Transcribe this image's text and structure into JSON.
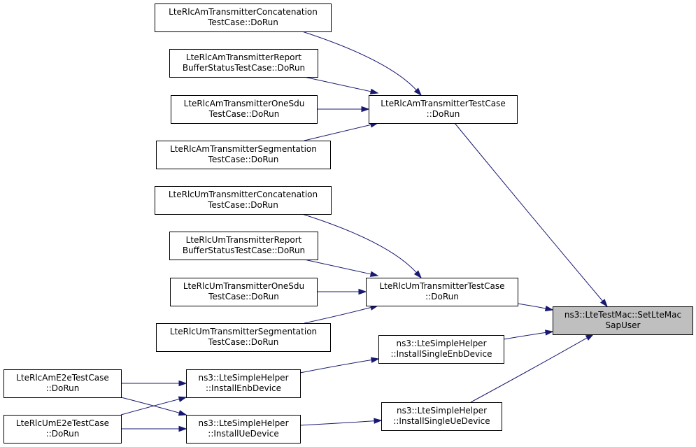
{
  "graph": {
    "target": "setltemacsapuser",
    "nodes": [
      {
        "id": "am-concat",
        "line1": "LteRlcAmTransmitterConcatenation",
        "line2": "TestCase::DoRun"
      },
      {
        "id": "am-report",
        "line1": "LteRlcAmTransmitterReport",
        "line2": "BufferStatusTestCase::DoRun"
      },
      {
        "id": "am-onesdu",
        "line1": "LteRlcAmTransmitterOneSdu",
        "line2": "TestCase::DoRun"
      },
      {
        "id": "am-seg",
        "line1": "LteRlcAmTransmitterSegmentation",
        "line2": "TestCase::DoRun"
      },
      {
        "id": "am-test",
        "line1": "LteRlcAmTransmitterTestCase",
        "line2": "::DoRun"
      },
      {
        "id": "um-concat",
        "line1": "LteRlcUmTransmitterConcatenation",
        "line2": "TestCase::DoRun"
      },
      {
        "id": "um-report",
        "line1": "LteRlcUmTransmitterReport",
        "line2": "BufferStatusTestCase::DoRun"
      },
      {
        "id": "um-onesdu",
        "line1": "LteRlcUmTransmitterOneSdu",
        "line2": "TestCase::DoRun"
      },
      {
        "id": "um-seg",
        "line1": "LteRlcUmTransmitterSegmentation",
        "line2": "TestCase::DoRun"
      },
      {
        "id": "um-test",
        "line1": "LteRlcUmTransmitterTestCase",
        "line2": "::DoRun"
      },
      {
        "id": "setltemacsapuser",
        "line1": "ns3::LteTestMac::SetLteMac",
        "line2": "SapUser"
      },
      {
        "id": "install-single-enb",
        "line1": "ns3::LteSimpleHelper",
        "line2": "::InstallSingleEnbDevice"
      },
      {
        "id": "install-single-ue",
        "line1": "ns3::LteSimpleHelper",
        "line2": "::InstallSingleUeDevice"
      },
      {
        "id": "install-enb",
        "line1": "ns3::LteSimpleHelper",
        "line2": "::InstallEnbDevice"
      },
      {
        "id": "install-ue",
        "line1": "ns3::LteSimpleHelper",
        "line2": "::InstallUeDevice"
      },
      {
        "id": "am-e2e",
        "line1": "LteRlcAmE2eTestCase",
        "line2": "::DoRun"
      },
      {
        "id": "um-e2e",
        "line1": "LteRlcUmE2eTestCase",
        "line2": "::DoRun"
      }
    ],
    "edges": [
      {
        "from": "am-concat",
        "to": "am-test"
      },
      {
        "from": "am-report",
        "to": "am-test"
      },
      {
        "from": "am-onesdu",
        "to": "am-test"
      },
      {
        "from": "am-seg",
        "to": "am-test"
      },
      {
        "from": "um-concat",
        "to": "um-test"
      },
      {
        "from": "um-report",
        "to": "um-test"
      },
      {
        "from": "um-onesdu",
        "to": "um-test"
      },
      {
        "from": "um-seg",
        "to": "um-test"
      },
      {
        "from": "am-test",
        "to": "setltemacsapuser"
      },
      {
        "from": "um-test",
        "to": "setltemacsapuser"
      },
      {
        "from": "install-single-enb",
        "to": "setltemacsapuser"
      },
      {
        "from": "install-single-ue",
        "to": "setltemacsapuser"
      },
      {
        "from": "install-enb",
        "to": "install-single-enb"
      },
      {
        "from": "install-ue",
        "to": "install-single-ue"
      },
      {
        "from": "am-e2e",
        "to": "install-enb"
      },
      {
        "from": "am-e2e",
        "to": "install-ue"
      },
      {
        "from": "um-e2e",
        "to": "install-enb"
      },
      {
        "from": "um-e2e",
        "to": "install-ue"
      }
    ]
  }
}
